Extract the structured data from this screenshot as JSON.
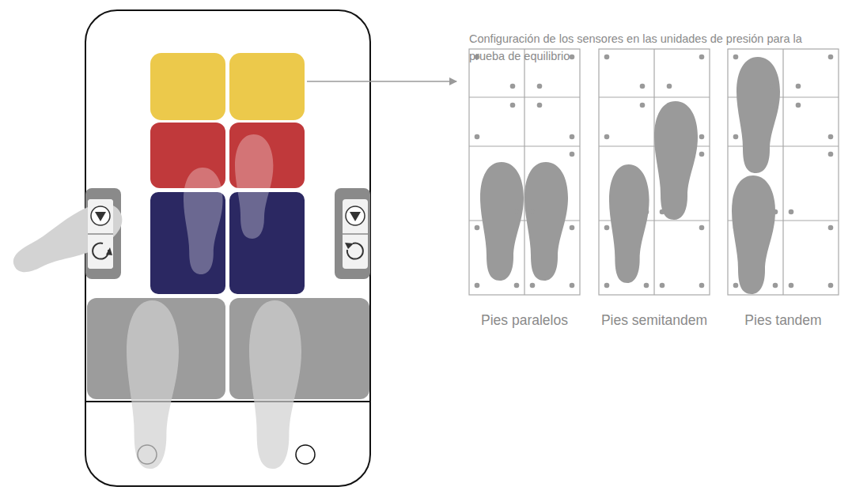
{
  "diagram": {
    "title": "Configuración de los sensores en las unidades de presión para la prueba de equilibrio",
    "nodes": [
      {
        "text": [
          "Pies paralelos"
        ]
      },
      {
        "text": [
          "Pies semitandem"
        ]
      },
      {
        "text": [
          "Pies tandem"
        ]
      }
    ]
  }
}
